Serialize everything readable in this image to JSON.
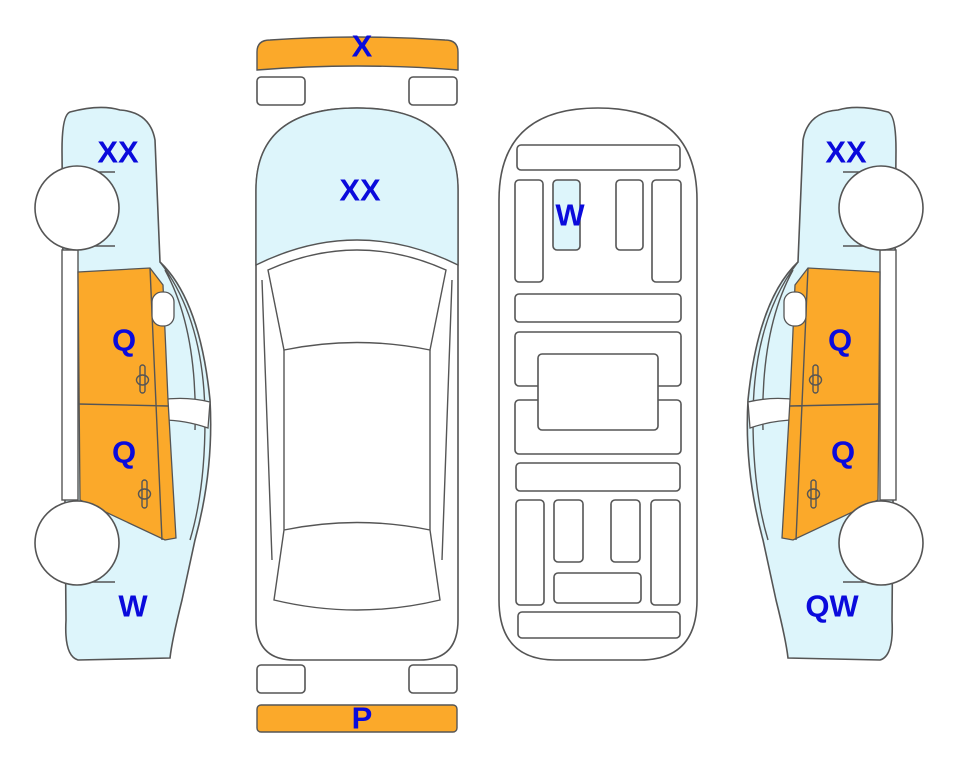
{
  "colors": {
    "damage_orange": "#FBA92A",
    "damage_blue": "#DDF5FB",
    "label": "#0A0ADC",
    "outline": "#555555"
  },
  "left_side": {
    "front": "XX",
    "front_door": "Q",
    "rear_door": "Q",
    "rear": "W"
  },
  "top_view": {
    "front_bumper": "X",
    "hood": "XX",
    "rear_bumper": "P"
  },
  "underside": {
    "panel": "W"
  },
  "right_side": {
    "front": "XX",
    "front_door": "Q",
    "rear_door": "Q",
    "rear": "QW"
  }
}
